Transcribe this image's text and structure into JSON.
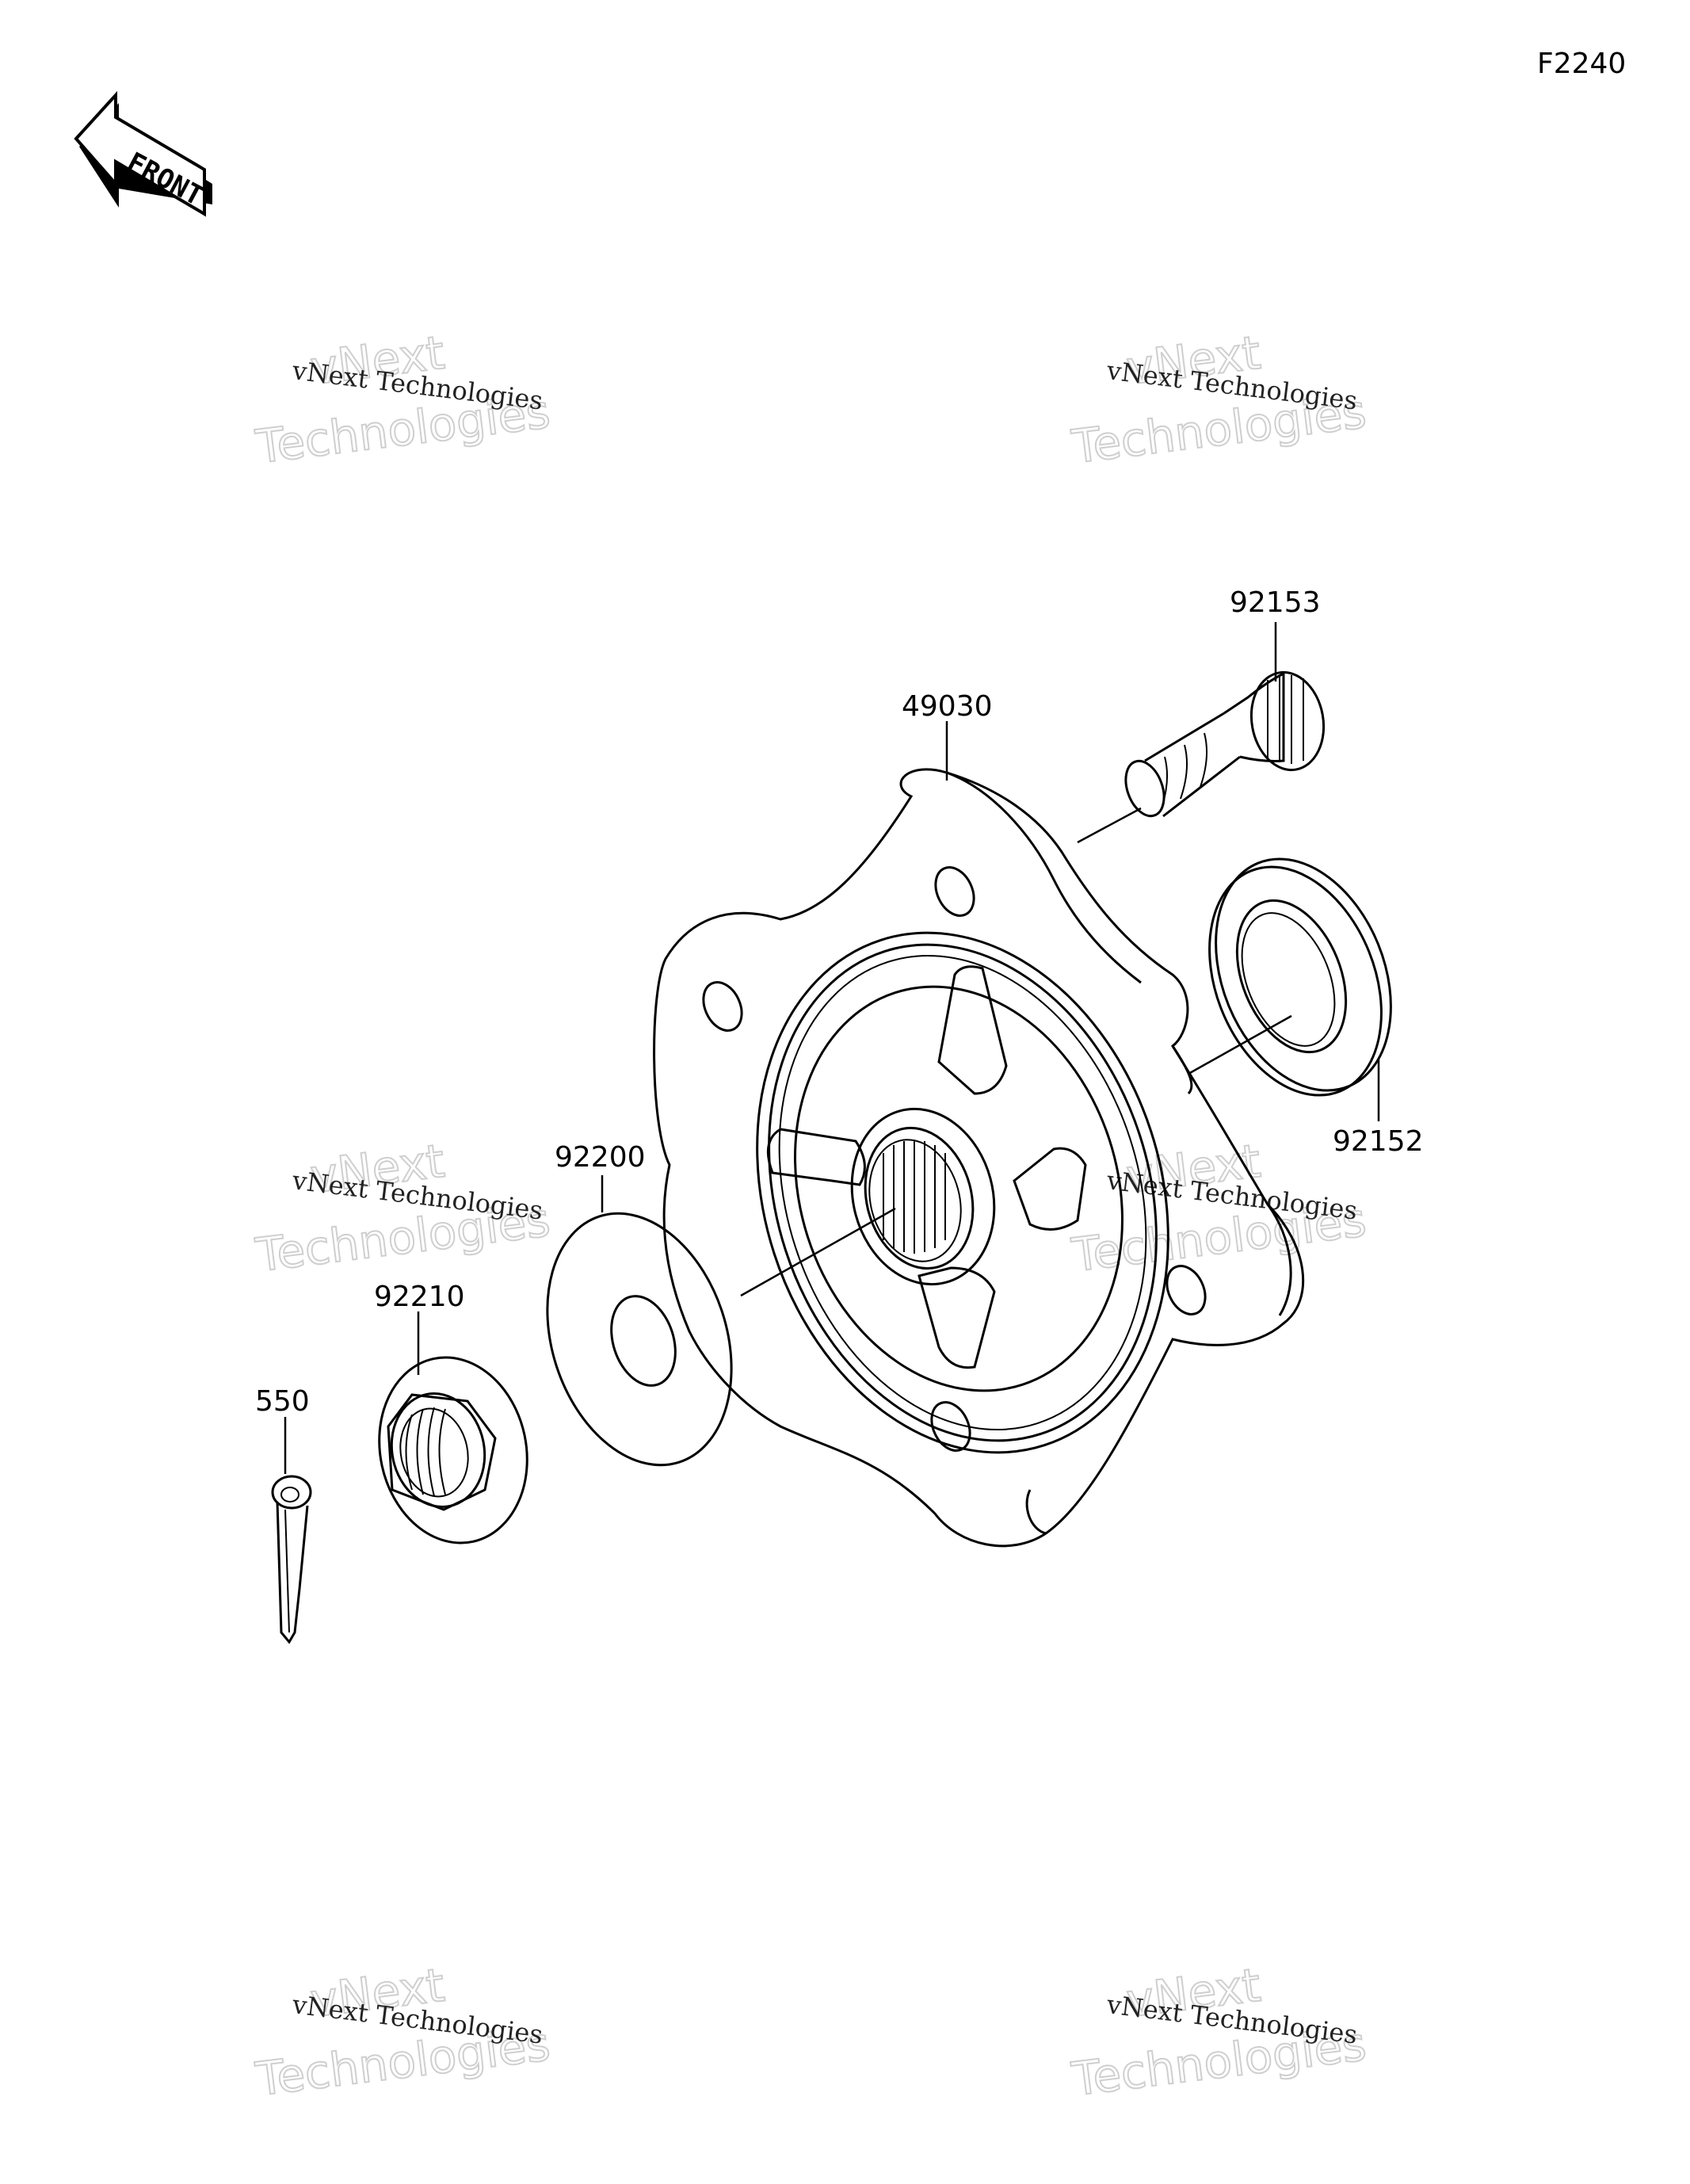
{
  "figure_id": "F2240",
  "front_arrow": {
    "text": "FRONT",
    "icon": "front-direction-arrow-icon"
  },
  "watermark": {
    "small": "vNext Technologies",
    "big_line1": "vNext",
    "big_line2": "Technologies"
  },
  "parts": [
    {
      "number": "92153"
    },
    {
      "number": "49030"
    },
    {
      "number": "92152"
    },
    {
      "number": "92200"
    },
    {
      "number": "92210"
    },
    {
      "number": "550"
    }
  ]
}
